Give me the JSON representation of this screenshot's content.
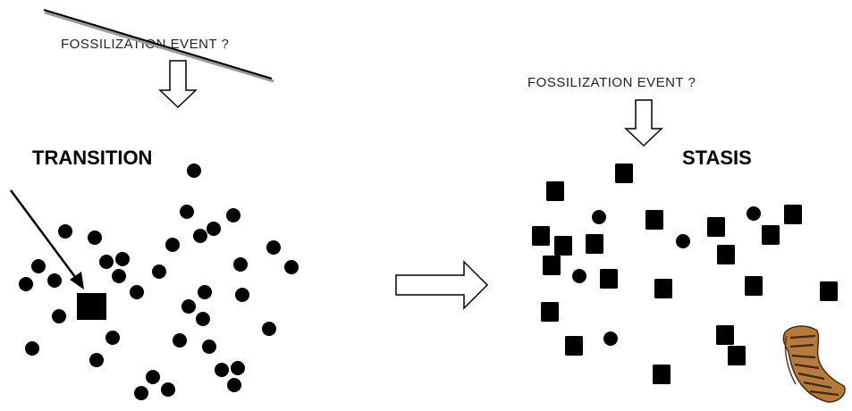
{
  "left_panel": {
    "event_label": "FOSSILIZATION EVENT ?",
    "title": "TRANSITION"
  },
  "right_panel": {
    "event_label": "FOSSILIZATION EVENT ?",
    "title": "STASIS"
  },
  "colors": {
    "marker": "#000000",
    "strike_line": "#000000",
    "strike_shadow": "#9a9a9a",
    "fossil_dark": "#3b2a1a",
    "fossil_light": "#b87a3a"
  },
  "icons": {
    "left_down_arrow": "hollow-down-arrow-icon",
    "right_down_arrow": "hollow-down-arrow-icon",
    "center_arrow": "hollow-right-arrow-icon",
    "pointer_arrow": "diagonal-arrow-icon",
    "fossil_image": "fossil-leg-icon"
  }
}
